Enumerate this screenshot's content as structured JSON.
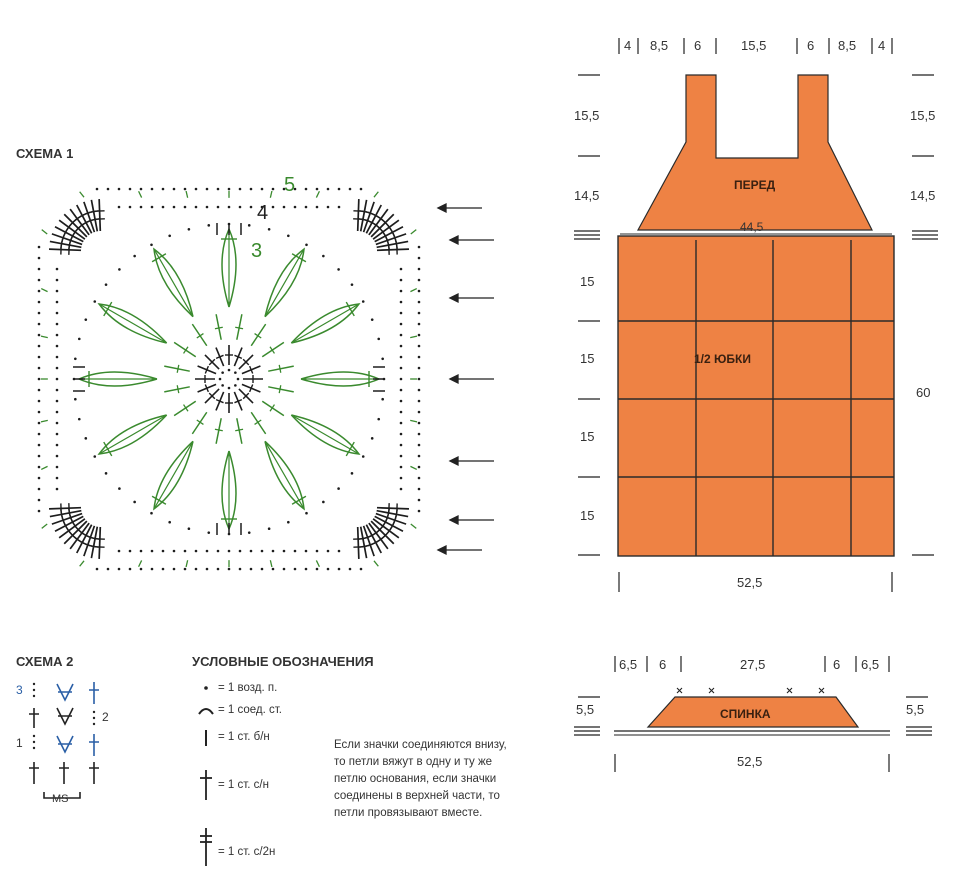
{
  "scheme1": {
    "title": "СХЕМА 1",
    "rows": [
      "5",
      "4",
      "3"
    ]
  },
  "scheme2": {
    "title": "СХЕМА 2",
    "rows": [
      "3",
      "2",
      "1"
    ],
    "ms": "MS"
  },
  "legend": {
    "title": "УСЛОВНЫЕ ОБОЗНАЧЕНИЯ",
    "items": [
      "= 1 возд. п.",
      "= 1 соед. ст.",
      "= 1 ст. б/н",
      "= 1 ст. с/н",
      "= 1 ст. с/2н"
    ],
    "note": "Если значки соединяются внизу, то петли вяжут в одну и ту же петлю основания, если значки соединены в верхней части, то петли провязывают вместе."
  },
  "front": {
    "top_dims": [
      "4",
      "8,5",
      "6",
      "15,5",
      "6",
      "8,5",
      "4"
    ],
    "left_dims": [
      "15,5",
      "14,5",
      "15",
      "15",
      "15",
      "15"
    ],
    "right_dims": [
      "15,5",
      "14,5",
      "60"
    ],
    "width_label": "44,5",
    "bottom_dim": "52,5",
    "label": "ПЕРЕД",
    "skirt_label": "1/2 ЮБКИ"
  },
  "back": {
    "top_dims": [
      "6,5",
      "6",
      "27,5",
      "6",
      "6,5"
    ],
    "left_dim": "5,5",
    "right_dim": "5,5",
    "bottom_dim": "52,5",
    "label": "СПИНКА"
  },
  "colors": {
    "fill": "#ee8244",
    "line": "#1d1d1d",
    "green": "#3a8a2e",
    "blue": "#2a5fa6"
  }
}
